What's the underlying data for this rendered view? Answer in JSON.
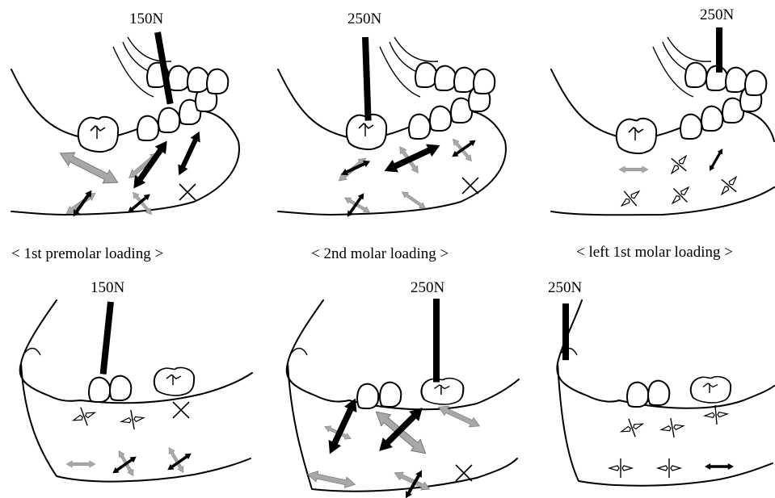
{
  "colors": {
    "compression": "#000000",
    "tension": "#a8a8a8",
    "outline": "#000000",
    "background": "#ffffff"
  },
  "panels": [
    {
      "force": "150N",
      "caption": "< 1st premolar loading >",
      "view": "occlusal"
    },
    {
      "force": "250N",
      "caption": "< 2nd molar loading >",
      "view": "occlusal"
    },
    {
      "force": "250N",
      "caption": "< left 1st molar loading >",
      "view": "occlusal"
    },
    {
      "force": "150N",
      "caption": "",
      "view": "lateral"
    },
    {
      "force": "250N",
      "caption": "",
      "view": "lateral"
    },
    {
      "force": "250N",
      "caption": "",
      "view": "lateral"
    }
  ],
  "icons": {
    "load": "load-arrow-icon",
    "compression": "compression-arrow-icon",
    "tension": "tension-arrow-icon",
    "neutral": "strain-cross-icon"
  }
}
